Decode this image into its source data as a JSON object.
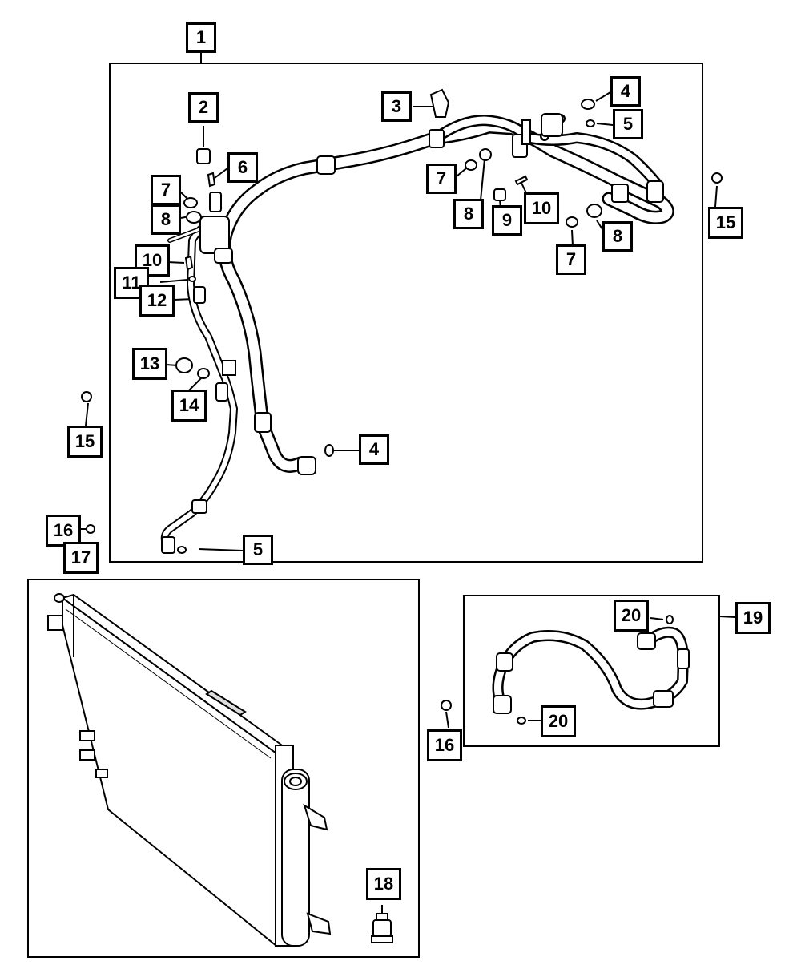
{
  "diagram": {
    "callouts": {
      "c1": "1",
      "c2": "2",
      "c3": "3",
      "c4a": "4",
      "c4b": "4",
      "c5a": "5",
      "c5b": "5",
      "c6": "6",
      "c7a": "7",
      "c7b": "7",
      "c7c": "7",
      "c8a": "8",
      "c8b": "8",
      "c8c": "8",
      "c9": "9",
      "c10a": "10",
      "c10b": "10",
      "c11": "11",
      "c12": "12",
      "c13": "13",
      "c14": "14",
      "c15a": "15",
      "c15b": "15",
      "c16a": "16",
      "c16b": "16",
      "c17": "17",
      "c18": "18",
      "c19": "19",
      "c20a": "20",
      "c20b": "20"
    },
    "colors": {
      "line": "#000000",
      "background": "#ffffff",
      "part_fill": "#ffffff",
      "shade": "#dddddd"
    }
  }
}
